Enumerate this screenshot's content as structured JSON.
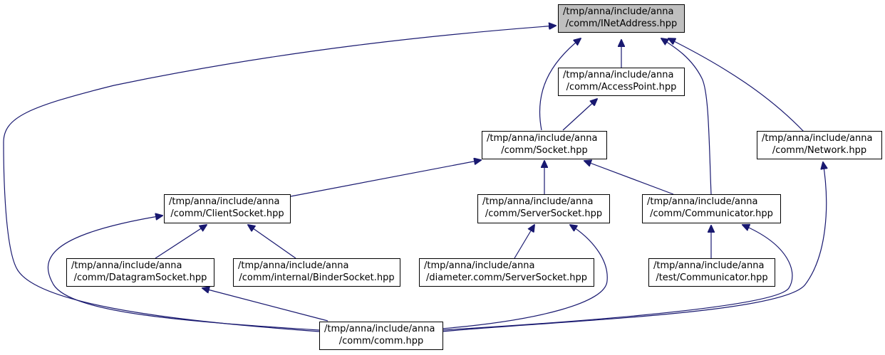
{
  "graph": {
    "edge_color": "#191970",
    "nodes": {
      "inet": {
        "line1": "/tmp/anna/include/anna",
        "line2": "/comm/INetAddress.hpp",
        "fill": "#bfbfbf"
      },
      "access": {
        "line1": "/tmp/anna/include/anna",
        "line2": "/comm/AccessPoint.hpp"
      },
      "socket": {
        "line1": "/tmp/anna/include/anna",
        "line2": "/comm/Socket.hpp"
      },
      "network": {
        "line1": "/tmp/anna/include/anna",
        "line2": "/comm/Network.hpp"
      },
      "client": {
        "line1": "/tmp/anna/include/anna",
        "line2": "/comm/ClientSocket.hpp"
      },
      "server": {
        "line1": "/tmp/anna/include/anna",
        "line2": "/comm/ServerSocket.hpp"
      },
      "communicator": {
        "line1": "/tmp/anna/include/anna",
        "line2": "/comm/Communicator.hpp"
      },
      "datagram": {
        "line1": "/tmp/anna/include/anna",
        "line2": "/comm/DatagramSocket.hpp"
      },
      "binder": {
        "line1": "/tmp/anna/include/anna",
        "line2": "/comm/internal/BinderSocket.hpp"
      },
      "diameter": {
        "line1": "/tmp/anna/include/anna",
        "line2": "/diameter.comm/ServerSocket.hpp"
      },
      "testcomm": {
        "line1": "/tmp/anna/include/anna",
        "line2": "/test/Communicator.hpp"
      },
      "comm": {
        "line1": "/tmp/anna/include/anna",
        "line2": "/comm/comm.hpp"
      }
    }
  }
}
